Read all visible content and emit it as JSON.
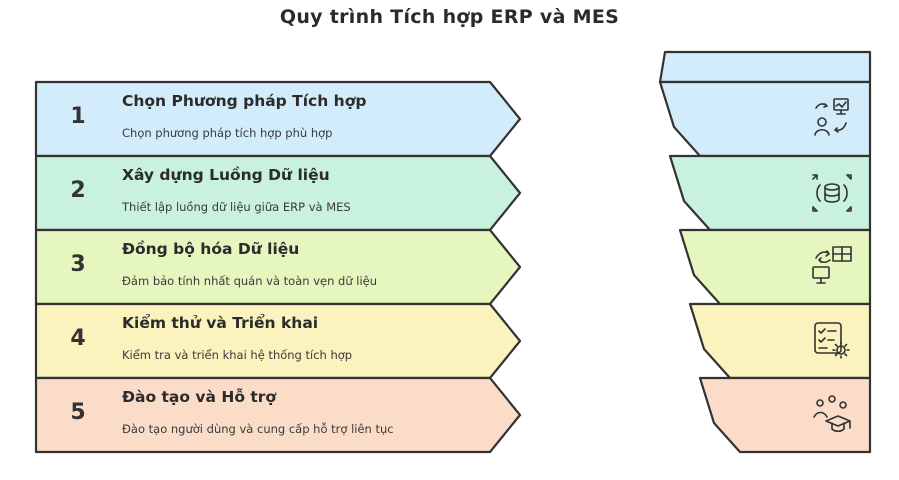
{
  "title": "Quy trình Tích hợp ERP và MES",
  "colors": {
    "blue": "#d3ecfb",
    "green": "#c8f2dd",
    "lime": "#e6f6bf",
    "yellow": "#fbf3bd",
    "peach": "#fbdcc9",
    "outline": "#333333"
  },
  "steps": [
    {
      "number": "1",
      "title": "Chọn Phương pháp Tích hợp",
      "description": "Chọn phương pháp tích hợp phù hợp",
      "color": "#d3ecfb",
      "icon": "people-chart-exchange-icon"
    },
    {
      "number": "2",
      "title": "Xây dựng Luồng Dữ liệu",
      "description": "Thiết lập luồng dữ liệu giữa ERP và MES",
      "color": "#c8f2dd",
      "icon": "database-expand-icon"
    },
    {
      "number": "3",
      "title": "Đồng bộ hóa Dữ liệu",
      "description": "Đảm bảo tính nhất quán và toàn vẹn dữ liệu",
      "color": "#e6f6bf",
      "icon": "monitor-table-sync-icon"
    },
    {
      "number": "4",
      "title": "Kiểm thử và Triển khai",
      "description": "Kiểm tra và triển khai hệ thống tích hợp",
      "color": "#fbf3bd",
      "icon": "checklist-gear-icon"
    },
    {
      "number": "5",
      "title": "Đào tạo và Hỗ trợ",
      "description": "Đào tạo người dùng và cung cấp hỗ trợ liên tục",
      "color": "#fbdcc9",
      "icon": "training-graduation-icon"
    }
  ]
}
